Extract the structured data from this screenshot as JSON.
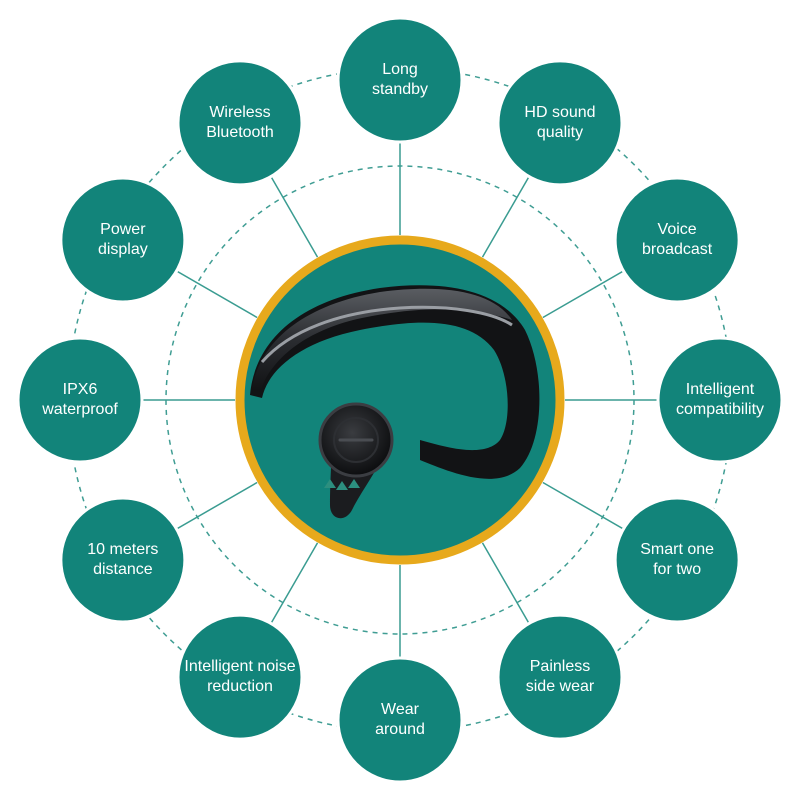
{
  "diagram": {
    "colors": {
      "circle_fill": "#12847a",
      "circle_stroke": "#ffffff",
      "ring": "#e7a91c",
      "connector": "#3a9c91",
      "dashed": "#3f9d93",
      "label_text": "#ffffff"
    },
    "product": "earhook-bluetooth-headset",
    "features": [
      {
        "lines": [
          "Long",
          "standby"
        ]
      },
      {
        "lines": [
          "HD sound",
          "quality"
        ]
      },
      {
        "lines": [
          "Voice",
          "broadcast"
        ]
      },
      {
        "lines": [
          "Intelligent",
          "compatibility"
        ]
      },
      {
        "lines": [
          "Smart one",
          "for two"
        ]
      },
      {
        "lines": [
          "Painless",
          "side wear"
        ]
      },
      {
        "lines": [
          "Wear",
          "around"
        ]
      },
      {
        "lines": [
          "Intelligent noise",
          "reduction"
        ]
      },
      {
        "lines": [
          "10 meters",
          "distance"
        ]
      },
      {
        "lines": [
          "IPX6",
          "waterproof"
        ]
      },
      {
        "lines": [
          "Power",
          "display"
        ]
      },
      {
        "lines": [
          "Wireless",
          "Bluetooth"
        ]
      }
    ]
  }
}
